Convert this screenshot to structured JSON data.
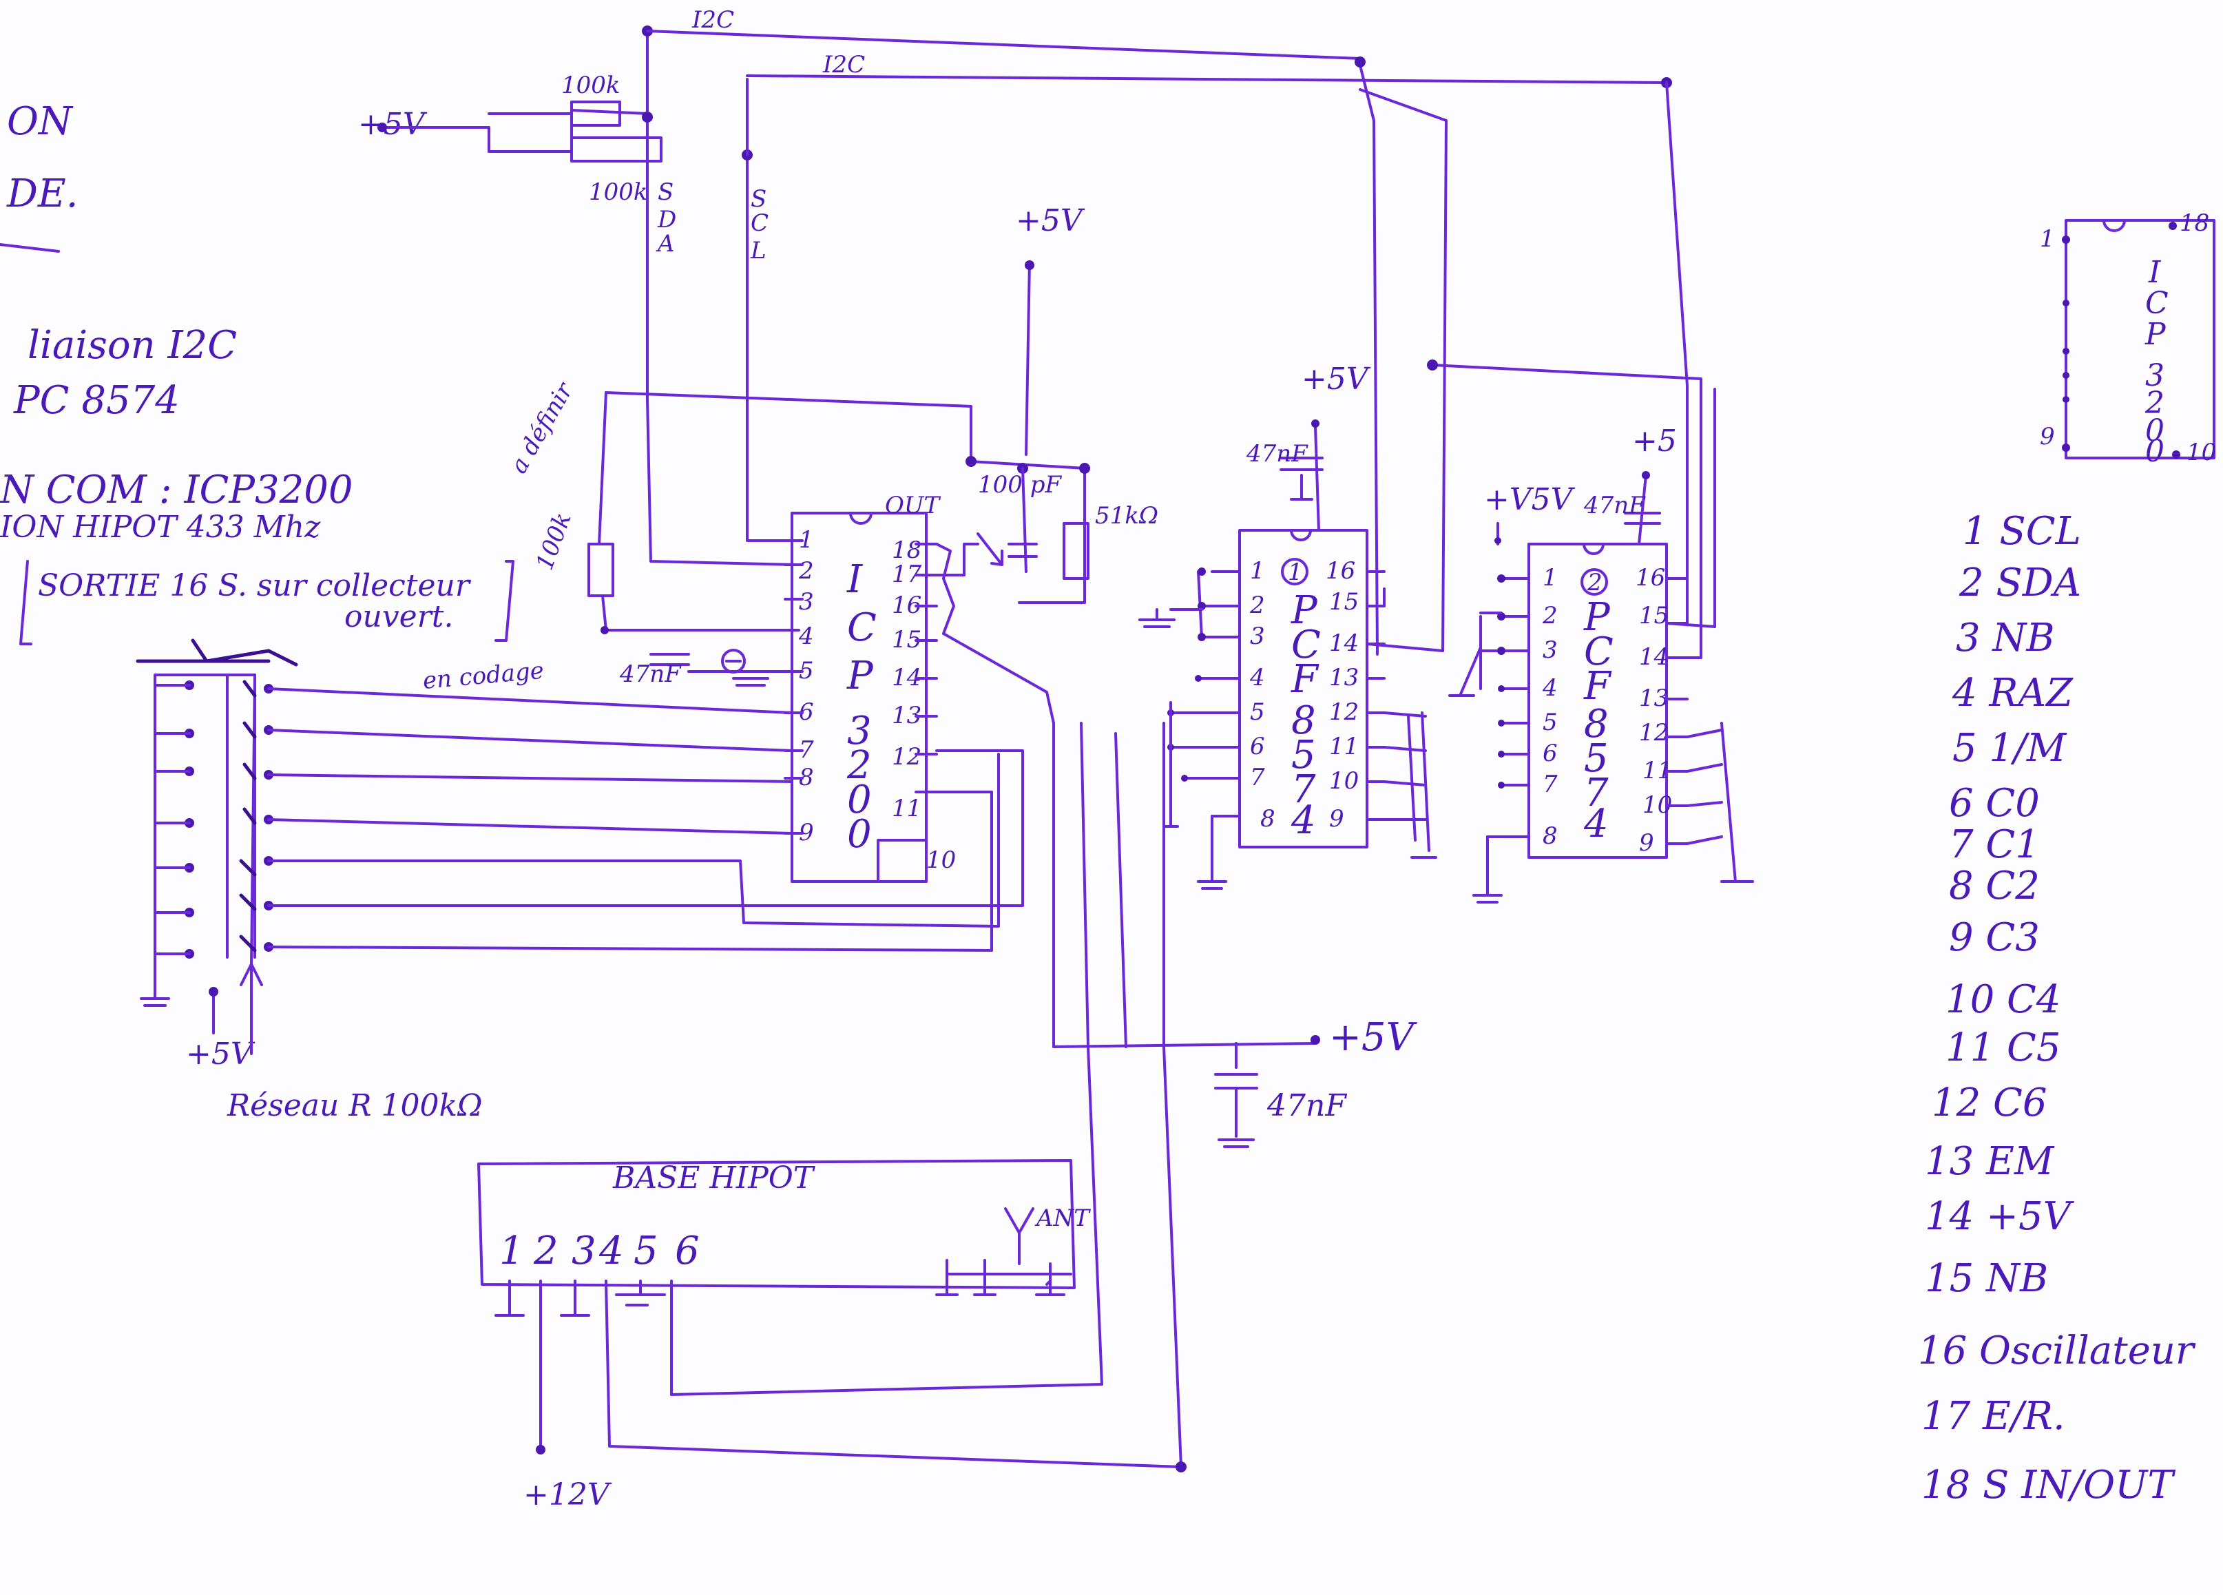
{
  "notes": {
    "left": {
      "line_on": "ON",
      "line_de": "DE.",
      "liaison": "liaison I2C",
      "pcf": "PC 8574",
      "com": "N  COM : ICP3200",
      "hipot": "ION  HIPOT 433 Mhz",
      "sortie": "SORTIE 16 S. sur collecteur",
      "ouvert": "ouvert."
    }
  },
  "bus": {
    "i2c_top": "I2C",
    "i2c_second": "I2C",
    "sda_letters": [
      "S",
      "D",
      "A"
    ],
    "scl_letters": [
      "S",
      "C",
      "L"
    ],
    "r1": "100k",
    "r2": "100k",
    "supply": "+5V"
  },
  "icp": {
    "letters": [
      "I",
      "C",
      "P",
      "3",
      "2",
      "0",
      "0"
    ],
    "left_pins": [
      "1",
      "2",
      "3",
      "4",
      "5",
      "6",
      "7",
      "8",
      "9"
    ],
    "right_pins": [
      "18",
      "17",
      "16",
      "15",
      "14",
      "13",
      "12",
      "11",
      "10"
    ],
    "out": "OUT",
    "cap": "100 pF",
    "res": "51kΩ",
    "supply": "+5V",
    "adefinir": "a définir",
    "r100k": "100k",
    "cap47": "47nF",
    "encodage": "en codage"
  },
  "pcf1": {
    "letters": [
      "P",
      "C",
      "F",
      "8",
      "5",
      "7",
      "4"
    ],
    "badge": "1",
    "left_pins": [
      "1",
      "2",
      "3",
      "4",
      "5",
      "6",
      "7",
      "8"
    ],
    "right_pins": [
      "16",
      "15",
      "14",
      "13",
      "12",
      "11",
      "10",
      "9"
    ],
    "supply": "+5V",
    "cap": "47nF"
  },
  "pcf2": {
    "letters": [
      "P",
      "C",
      "F",
      "8",
      "5",
      "7",
      "4"
    ],
    "badge": "2",
    "left_pins": [
      "1",
      "2",
      "3",
      "4",
      "5",
      "6",
      "7",
      "8"
    ],
    "right_pins": [
      "16",
      "15",
      "14",
      "13",
      "12",
      "11",
      "10",
      "9"
    ],
    "supply_left": "+V5V",
    "supply_top": "+5",
    "cap": "47nF"
  },
  "switch": {
    "plus5": "+5V",
    "reseau": "Réseau R 100kΩ"
  },
  "power": {
    "supply": "+5V",
    "cap": "47nF"
  },
  "hipot": {
    "title": "BASE HIPOT",
    "pins": [
      "1",
      "2",
      "3",
      "4",
      "5",
      "6"
    ],
    "ant": "ANT",
    "supply12": "+12V"
  },
  "pinout_chip": {
    "letters": [
      "I",
      "C",
      "P",
      "3",
      "2",
      "0",
      "0"
    ],
    "pin1": "1",
    "pin9": "9",
    "pin18": "18",
    "pin10": "10"
  },
  "pin_legend": [
    "1 SCL",
    "2 SDA",
    "3 NB",
    "4 RAZ",
    "5 1/M",
    "6 C0",
    "7 C1",
    "8 C2",
    "9 C3",
    "10 C4",
    "11 C5",
    "12 C6",
    "13 EM",
    "14 +5V",
    "15 NB",
    "16 Oscillateur",
    "17 E/R.",
    "18 S IN/OUT"
  ],
  "ground_symbol": "gnd-icon",
  "ink_color": "#6a28d8"
}
